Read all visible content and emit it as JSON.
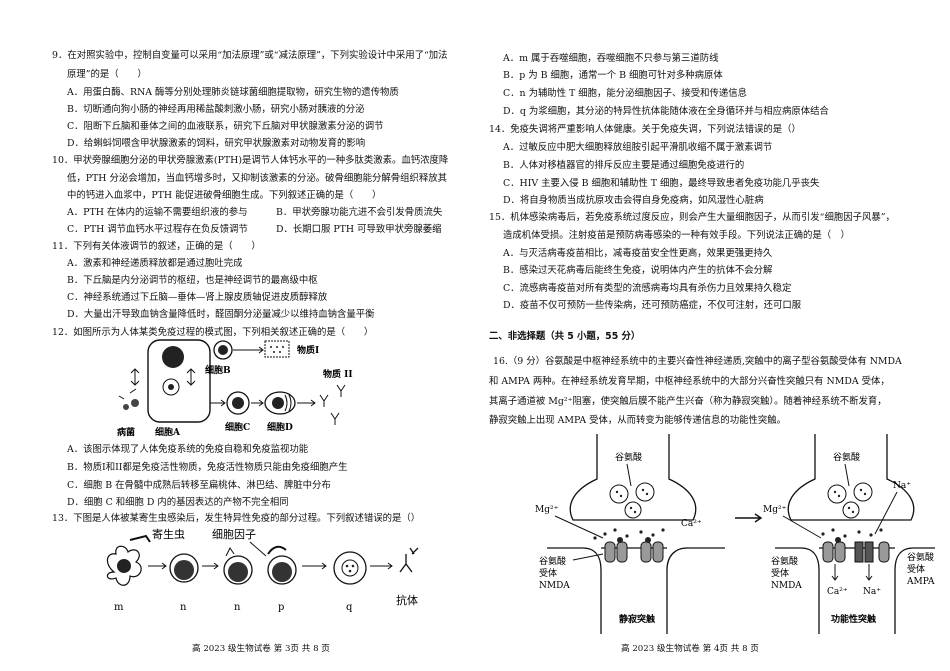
{
  "left": {
    "q9": {
      "stem1": "9．在对照实验中，控制自变量可以采用“加法原理”或“减法原理”，下列实验设计中采用了“加法",
      "stem2": "原理”的是（　　）",
      "A": "A．用蛋白酶、RNA 酶等分别处理肺炎链球菌细胞提取物，研究生物的遗传物质",
      "B": "B．切断通向狗小肠的神经再用稀盐酸刺激小肠，研究小肠对胰液的分泌",
      "C": "C．阻断下丘脑和垂体之间的血液联系，研究下丘脑对甲状腺激素分泌的调节",
      "D": "D．给蝌蚪饲喂含甲状腺激素的饲料，研究甲状腺激素对动物发育的影响"
    },
    "q10": {
      "stem1": "10．甲状旁腺细胞分泌的甲状旁腺激素(PTH)是调节人体钙水平的一种多肽类激素。血钙浓度降",
      "stem2": "低，PTH 分泌会增加，当血钙增多时，又抑制该激素的分泌。破骨细胞能分解骨组织释放其",
      "stem3": "中的钙进入血浆中，PTH 能促进破骨细胞生成。下列叙述正确的是（　　）",
      "A": "A．PTH 在体内的运输不需要组织液的参与",
      "B": "B．甲状旁腺功能亢进不会引发骨质流失",
      "C": "C．PTH 调节血钙水平过程存在负反馈调节",
      "D": "D．长期口服 PTH 可导致甲状旁腺萎缩"
    },
    "q11": {
      "stem": "11．下列有关体液调节的叙述，正确的是（　　）",
      "A": "A．激素和神经递质释放都是通过胞吐完成",
      "B": "B．下丘脑是内分泌调节的枢纽，也是神经调节的最高级中枢",
      "C": "C．神经系统通过下丘脑—垂体—肾上腺皮质轴促进皮质醇释放",
      "D": "D．大量出汗导致血钠含量降低时，醛固酮分泌量减少以维持血钠含量平衡"
    },
    "q12": {
      "stem": "12．如图所示为人体某类免疫过程的模式图，下列相关叙述正确的是（　　）",
      "fig": {
        "substance1": "物质Ⅰ",
        "substance2": "物质 II",
        "cellB": "细胞B",
        "cellA": "细胞A",
        "cellC": "细胞C",
        "cellD": "细胞D",
        "pathogen": "病菌"
      },
      "A": "A．该图示体现了人体免疫系统的免疫自稳和免疫监视功能",
      "B": "B．物质I和II都是免疫活性物质，免疫活性物质只能由免疫细胞产生",
      "C": "C．细胞 B 在骨髓中成熟后转移至扁桃体、淋巴结、脾脏中分布",
      "D": "D．细胞 C 和细胞 D 内的基因表达的产物不完全相同"
    },
    "q13": {
      "stem": "13．下图是人体被某寄生虫感染后，发生特异性免疫的部分过程。下列叙述错误的是（）",
      "fig": {
        "parasite": "寄生虫",
        "cytokine": "细胞因子",
        "antibody": "抗体",
        "m": "m",
        "n1": "n",
        "n2": "n",
        "p": "p",
        "q": "q"
      }
    },
    "footer": "高 2023 级生物试卷  第 3页  共 8 页"
  },
  "right": {
    "q13": {
      "A": "A．m 属于吞噬细胞，吞噬细胞不只参与第三道防线",
      "B": "B．p 为 B 细胞，通常一个 B 细胞可针对多种病原体",
      "C": "C．n 为辅助性 T 细胞，能分泌细胞因子、接受和传递信息",
      "D": "D．q 为浆细胞，其分泌的特异性抗体能随体液在全身循环并与相应病原体结合"
    },
    "q14": {
      "stem": "14．免疫失调将严重影响人体健康。关于免疫失调，下列说法错误的是（）",
      "A": "A．过敏反应中肥大细胞释放组胺引起平滑肌收缩不属于激素调节",
      "B": "B．人体对移植器官的排斥反应主要是通过细胞免疫进行的",
      "C": "C．HIV 主要入侵 B 细胞和辅助性 T 细胞，最终导致患者免疫功能几乎丧失",
      "D": "D．将自身物质当成抗原攻击会得自身免疫病，如风湿性心脏病"
    },
    "q15": {
      "stem1": "15．机体感染病毒后，若免疫系统过度反应，则会产生大量细胞因子，从而引发“细胞因子风暴”，",
      "stem2": "造成机体受损。注射疫苗是预防病毒感染的一种有效手段。下列说法正确的是（　）",
      "A": "A．与灭活病毒疫苗相比，减毒疫苗安全性更高，效果更强更持久",
      "B": "B．感染过天花病毒后能终生免疫，说明体内产生的抗体不会分解",
      "C": "C．流感病毒疫苗对所有类型的流感病毒均具有杀伤力且效果持久稳定",
      "D": "D．疫苗不仅可预防一些传染病，还可预防癌症，不仅可注射，还可口服"
    },
    "section2": "二、非选择题（共 5 小题，55 分）",
    "q16": {
      "p1": "16.（9 分）谷氨酸是中枢神经系统中的主要兴奋性神经递质,突触中的离子型谷氨酸受体有 NMDA",
      "p2": "和 AMPA 两种。在神经系统发育早期，中枢神经系统中的大部分兴奋性突触只有 NMDA 受体，",
      "p3": "其离子通道被 Mg²⁺阻塞，使突触后膜不能产生兴奋（称为静寂突触）。随着神经系统不断发育，",
      "p4": "静寂突触上出现 AMPA 受体，从而转变为能够传递信息的功能性突触。",
      "fig": {
        "glu_left": "谷氨酸",
        "glu_right": "谷氨酸",
        "mg_left": "Mg²⁺",
        "mg_right": "Mg²⁺",
        "ca_left": "Ca²⁺",
        "na_top": "Na⁺",
        "nmda_left_1": "谷氨酸",
        "nmda_left_2": "受体",
        "nmda_left_3": "NMDA",
        "nmda_right_1": "谷氨酸",
        "nmda_right_2": "受体",
        "nmda_right_3": "NMDA",
        "ampa_1": "谷氨酸",
        "ampa_2": "受体",
        "ampa_3": "AMPA",
        "ca_bottom": "Ca²⁺",
        "na_bottom": "Na⁺",
        "silent": "静寂突触",
        "functional": "功能性突触"
      }
    },
    "footer": "高 2023 级生物试卷  第 4页  共 8 页"
  }
}
